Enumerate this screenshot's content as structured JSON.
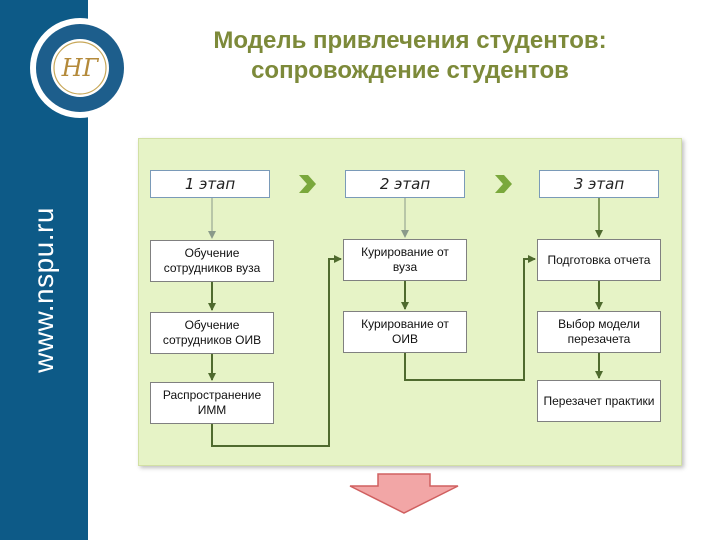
{
  "sidebar": {
    "url": "www.nspu.ru"
  },
  "logo": {
    "monogram": "НГ"
  },
  "title": {
    "line1": "Модель привлечения студентов:",
    "line2": "сопровождение студентов"
  },
  "stages": [
    {
      "label": "1 этап"
    },
    {
      "label": "2 этап"
    },
    {
      "label": "3 этап"
    }
  ],
  "steps": {
    "s1a": "Обучение сотрудников вуза",
    "s1b": "Обучение сотрудников ОИВ",
    "s1c": "Распространение ИММ",
    "s2a": "Курирование от вуза",
    "s2b": "Курирование от ОИВ",
    "s3a": "Подготовка отчета",
    "s3b": "Выбор модели перезачета",
    "s3c": "Перезачет практики"
  },
  "colors": {
    "sidebar": "#0d5a87",
    "title": "#7d8a3a",
    "panel": "#e6f3c6",
    "chevron": "#7aa83c",
    "arrow": "#4f6a2e",
    "down_arrow_fill": "#f2a6a6",
    "down_arrow_stroke": "#d06060"
  }
}
